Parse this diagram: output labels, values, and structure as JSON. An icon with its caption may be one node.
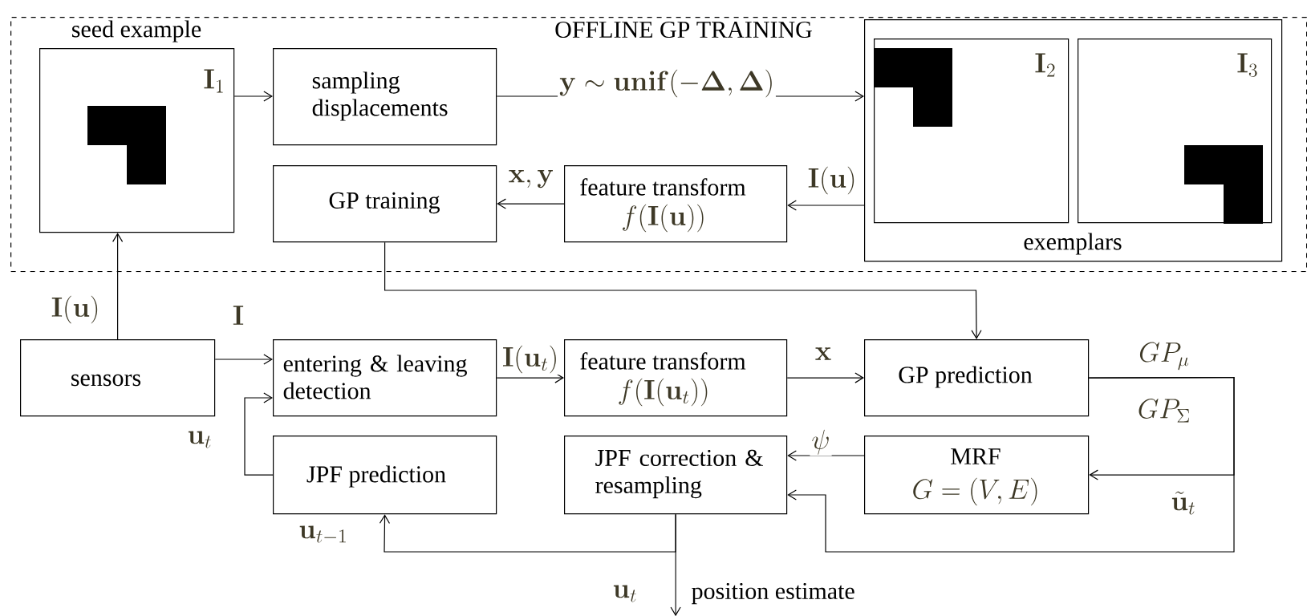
{
  "diagram": {
    "nodes": [
      {
        "text": [
          "OFFLINE GP TRAINING"
        ]
      },
      {
        "text": [
          "seed example",
          "\\mathbf{I}_1"
        ],
        "in": 0
      },
      {
        "text": [
          "sampling displacements"
        ],
        "in": 0
      },
      {
        "text": [
          "exemplars"
        ],
        "in": 0
      },
      {
        "text": [
          "\\mathbf{I}_2"
        ],
        "in": 3
      },
      {
        "text": [
          "\\mathbf{I}_3"
        ],
        "in": 3
      },
      {
        "text": [
          "feature transform",
          "f(\\mathbf{I}(\\mathbf{u}))"
        ],
        "in": 0
      },
      {
        "text": [
          "GP training"
        ],
        "in": 0
      },
      {
        "text": [
          "sensors"
        ]
      },
      {
        "text": [
          "entering & leaving detection"
        ]
      },
      {
        "text": [
          "feature transform",
          "f(\\mathbf{I}(\\mathbf{u}_t))"
        ]
      },
      {
        "text": [
          "GP prediction"
        ]
      },
      {
        "text": [
          "JPF prediction"
        ]
      },
      {
        "text": [
          "JPF correction & resampling"
        ]
      },
      {
        "text": [
          "MRF",
          "G=(V,E)"
        ]
      },
      {
        "text": [
          "position estimate"
        ]
      }
    ],
    "edges": [
      {
        "from": 1,
        "to": 2,
        "arrow": "to"
      },
      {
        "from": 2,
        "to": 3,
        "arrow": "to",
        "label": "\\mathbf{y}\\sim\\mathbf{unif}(-\\mathbf{\\Delta},\\mathbf{\\Delta})"
      },
      {
        "from": 3,
        "to": 6,
        "arrow": "to",
        "label": "\\mathbf{I}(\\mathbf{u})"
      },
      {
        "from": 6,
        "to": 7,
        "arrow": "to",
        "label": "\\mathbf{x},\\mathbf{y}"
      },
      {
        "from": 7,
        "to": 11,
        "arrow": "to"
      },
      {
        "from": 8,
        "to": 1,
        "arrow": "to",
        "label": "\\mathbf{I}(\\mathbf{u})"
      },
      {
        "from": 8,
        "to": 9,
        "arrow": "to",
        "label": "\\mathbf{I}"
      },
      {
        "from": 9,
        "to": 10,
        "arrow": "to",
        "label": "\\mathbf{I}(\\mathbf{u}_t)"
      },
      {
        "from": 10,
        "to": 11,
        "arrow": "to",
        "label": "\\mathbf{x}"
      },
      {
        "from": 11,
        "to": 14,
        "arrow": "to",
        "label": "\\tilde{\\mathbf{u}}_t"
      },
      {
        "from": 11,
        "to": 13,
        "arrow": "to"
      },
      {
        "from": 14,
        "to": 13,
        "arrow": "to",
        "label": "\\psi"
      },
      {
        "from": 13,
        "to": 12,
        "arrow": "to",
        "label": "\\mathbf{u}_{t-1}"
      },
      {
        "from": 12,
        "to": 9,
        "arrow": "to"
      },
      {
        "from": 13,
        "to": 15,
        "arrow": "to",
        "label": "\\mathbf{u}_t"
      }
    ],
    "labels": [
      "\\mathbf{u}_t",
      "GP_\\mu",
      "GP_\\Sigma"
    ]
  }
}
